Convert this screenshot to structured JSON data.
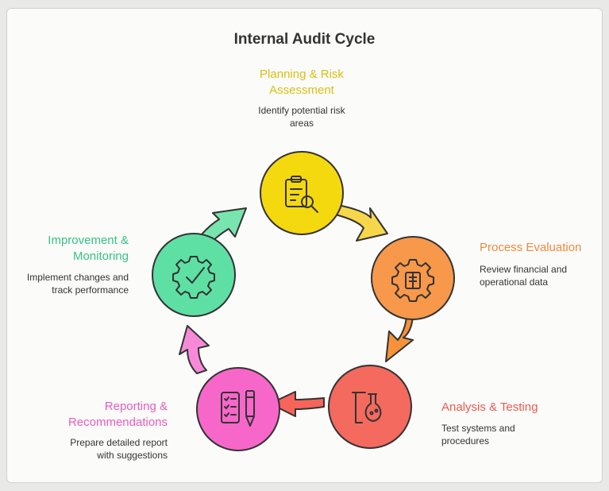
{
  "title": "Internal Audit Cycle",
  "stages": [
    {
      "title_lines": [
        "Planning & Risk",
        "Assessment"
      ],
      "desc_lines": [
        "Identify potential risk",
        "areas"
      ],
      "color": "#f5d90f",
      "text_color": "#d8c013",
      "icon": "clipboard-search-icon"
    },
    {
      "title_lines": [
        "Process Evaluation"
      ],
      "desc_lines": [
        "Review financial and",
        "operational data"
      ],
      "color": "#f7984a",
      "text_color": "#f0893a",
      "icon": "gear-document-icon"
    },
    {
      "title_lines": [
        "Analysis & Testing"
      ],
      "desc_lines": [
        "Test systems and",
        "procedures"
      ],
      "color": "#f46a5e",
      "text_color": "#ea5b4e",
      "icon": "flask-clipboard-icon"
    },
    {
      "title_lines": [
        "Reporting &",
        "Recommendations"
      ],
      "desc_lines": [
        "Prepare detailed report",
        "with suggestions"
      ],
      "color": "#f767c9",
      "text_color": "#e85dbd",
      "icon": "checklist-pen-icon"
    },
    {
      "title_lines": [
        "Improvement &",
        "Monitoring"
      ],
      "desc_lines": [
        "Implement changes and",
        "track performance"
      ],
      "color": "#5ee0a4",
      "text_color": "#36c184",
      "icon": "gear-check-icon"
    }
  ]
}
